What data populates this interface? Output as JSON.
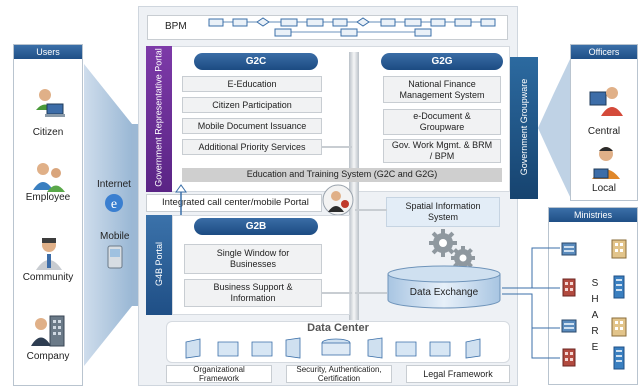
{
  "bpm": {
    "label": "BPM"
  },
  "users": {
    "title": "Users",
    "items": [
      {
        "label": "Citizen",
        "icon": "citizen-laptop-icon"
      },
      {
        "label": "Employee",
        "icon": "employee-group-icon"
      },
      {
        "label": "Community",
        "icon": "community-person-icon"
      },
      {
        "label": "Company",
        "icon": "company-building-icon"
      }
    ]
  },
  "channels": {
    "internet": "Internet",
    "mobile": "Mobile"
  },
  "officers": {
    "title": "Officers",
    "items": [
      {
        "label": "Central",
        "icon": "central-officer-icon"
      },
      {
        "label": "Local",
        "icon": "local-officer-icon"
      }
    ]
  },
  "ministries": {
    "title": "Ministries",
    "share_letters": [
      "S",
      "H",
      "A",
      "R",
      "E"
    ]
  },
  "portals": {
    "government_representative": "Government Representative Portal",
    "g4b": "G4B Portal",
    "groupware": "Government Groupware"
  },
  "g2c": {
    "title": "G2C",
    "items": [
      "E-Education",
      "Citizen Participation",
      "Mobile Document Issuance",
      "Additional Priority Services"
    ]
  },
  "g2g": {
    "title": "G2G",
    "items": [
      "National Finance Management System",
      "e-Document & Groupware",
      "Gov. Work Mgmt. & BRM / BPM"
    ]
  },
  "education_bar": "Education and Training System (G2C and G2G)",
  "call_center": "Integrated call center/mobile Portal",
  "spatial": "Spatial Information System",
  "g2b": {
    "title": "G2B",
    "items": [
      "Single Window for Businesses",
      "Business Support & Information"
    ]
  },
  "data_exchange": "Data Exchange",
  "data_center": {
    "title": "Data Center",
    "boxes": [
      "Organizational Framework",
      "Security, Authentication, Certification",
      "Legal Framework"
    ]
  },
  "colors": {
    "primary_blue": "#1f4f86",
    "portal_purple": "#6a2d91",
    "teal_panel": "#2e6d9e",
    "frame_gray": "#eef1f5"
  }
}
